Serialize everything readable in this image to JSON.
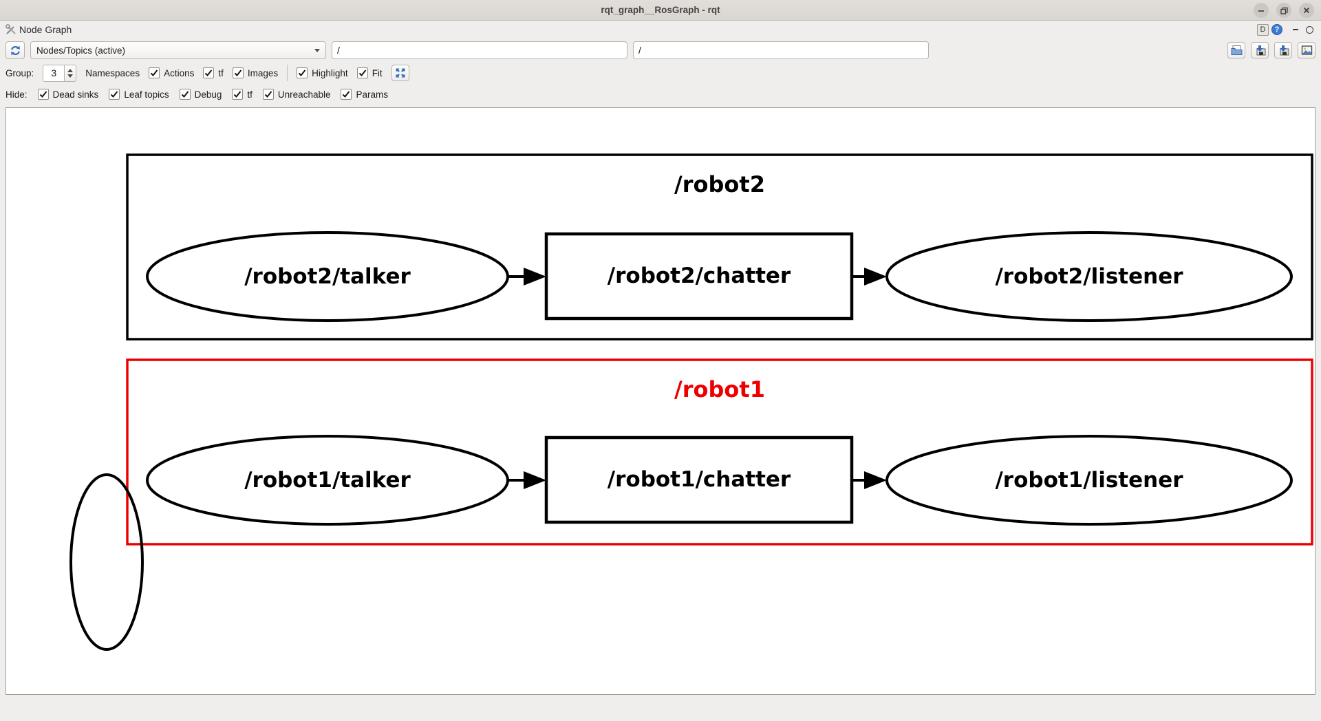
{
  "window": {
    "title": "rqt_graph__RosGraph - rqt"
  },
  "dock": {
    "title": "Node Graph",
    "buttons": {
      "detach_label": "D",
      "help_glyph": "?",
      "float_label": "O"
    }
  },
  "toolbar": {
    "graph_type_selected": "Nodes/Topics (active)",
    "node_filter_value": "/",
    "topic_filter_value": "/"
  },
  "filters": {
    "group_label": "Group:",
    "group_value": "3",
    "namespaces_label": "Namespaces",
    "group_checkboxes": [
      {
        "label": "Actions",
        "checked": true
      },
      {
        "label": "tf",
        "checked": true
      },
      {
        "label": "Images",
        "checked": true
      }
    ],
    "view_checkboxes": [
      {
        "label": "Highlight",
        "checked": true
      },
      {
        "label": "Fit",
        "checked": true
      }
    ],
    "hide_label": "Hide:",
    "hide_checkboxes": [
      {
        "label": "Dead sinks",
        "checked": true
      },
      {
        "label": "Leaf topics",
        "checked": true
      },
      {
        "label": "Debug",
        "checked": true
      },
      {
        "label": "tf",
        "checked": true
      },
      {
        "label": "Unreachable",
        "checked": true
      },
      {
        "label": "Params",
        "checked": true
      }
    ]
  },
  "colors": {
    "highlight_red": "#ee0000",
    "graph_black": "#000000",
    "accent_blue": "#2e6cc0",
    "canvas_bg": "#ffffff",
    "panel_bg": "#efeeec",
    "titlebar_bg": "#dcd8d4"
  },
  "graph": {
    "clusters": [
      {
        "title": "/robot2",
        "color": "#000000",
        "nodes": [
          {
            "label": "/robot2/talker",
            "shape": "ellipse"
          },
          {
            "label": "/robot2/chatter",
            "shape": "box"
          },
          {
            "label": "/robot2/listener",
            "shape": "ellipse"
          }
        ],
        "edges": [
          {
            "from": "/robot2/talker",
            "to": "/robot2/chatter"
          },
          {
            "from": "/robot2/chatter",
            "to": "/robot2/listener"
          }
        ]
      },
      {
        "title": "/robot1",
        "color": "#ee0000",
        "nodes": [
          {
            "label": "/robot1/talker",
            "shape": "ellipse"
          },
          {
            "label": "/robot1/chatter",
            "shape": "box"
          },
          {
            "label": "/robot1/listener",
            "shape": "ellipse"
          }
        ],
        "edges": [
          {
            "from": "/robot1/talker",
            "to": "/robot1/chatter"
          },
          {
            "from": "/robot1/chatter",
            "to": "/robot1/listener"
          }
        ]
      }
    ],
    "unlabeled_node": {
      "label": "",
      "shape": "ellipse"
    }
  }
}
